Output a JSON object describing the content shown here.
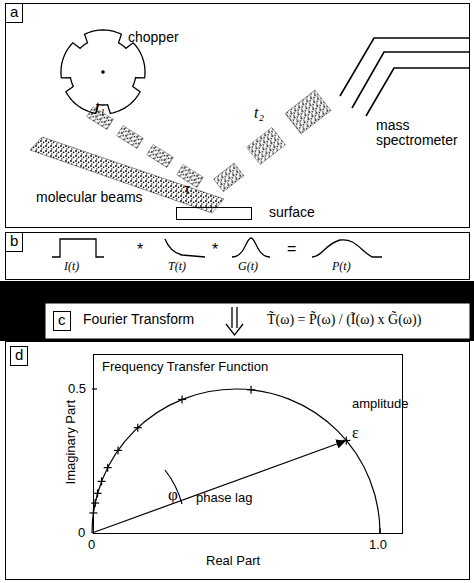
{
  "diagram": {
    "nodes": [
      {
        "text": [
          "a"
        ]
      },
      {
        "text": [
          "surface"
        ],
        "in": 0
      },
      {
        "text": [
          "b"
        ]
      },
      {
        "text": [
          "c",
          "Fourier Transform",
          "T̃(ω) = P̃(ω) / (Ĩ(ω) x G̃(ω))"
        ]
      },
      {
        "text": [
          "d"
        ]
      },
      {
        "text": [
          "Frequency Transfer Function"
        ],
        "in": 4
      }
    ],
    "labels": [
      "chopper",
      "t₁",
      "τ",
      "t₂",
      "mass spectrometer",
      "molecular beams",
      "I(t)",
      "*",
      "T(t)",
      "*",
      "G(t)",
      "=",
      "P(t)",
      "Imaginary Part",
      "0.5",
      "0",
      "0",
      "Real Part",
      "1.0",
      "amplitude",
      "ε",
      "φ",
      "phase lag"
    ]
  }
}
